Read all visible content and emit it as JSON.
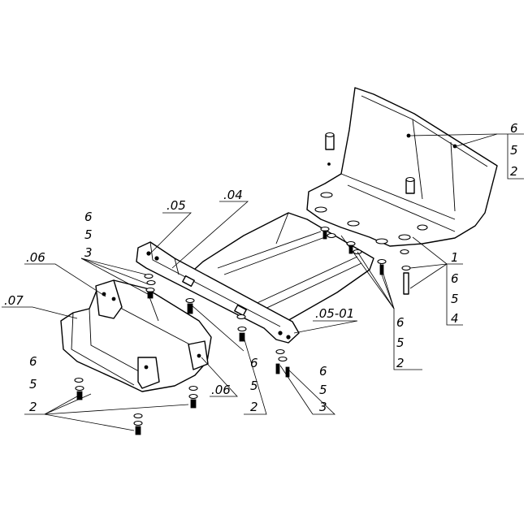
{
  "labels": {
    "plate_05": ".05",
    "plate_04": ".04",
    "plate_05_01": ".05-01",
    "guard_06": ".06",
    "guard_07": ".07",
    "guard_06_lower": ".06",
    "tr_6": "6",
    "tr_5": "5",
    "tr_2": "2",
    "rm_1": "1",
    "rm_6": "6",
    "rm_5": "5",
    "rm_4": "4",
    "mid_6": "6",
    "mid_5": "5",
    "mid_2": "2",
    "bl_6": "6",
    "bl_5": "5",
    "bl_2": "2",
    "lt_6": "6",
    "lt_5": "5",
    "lt_3": "3",
    "bc_6": "6",
    "bc_5": "5",
    "bc_2": "2",
    "br_6": "6",
    "br_5": "5",
    "br_3": "3"
  }
}
